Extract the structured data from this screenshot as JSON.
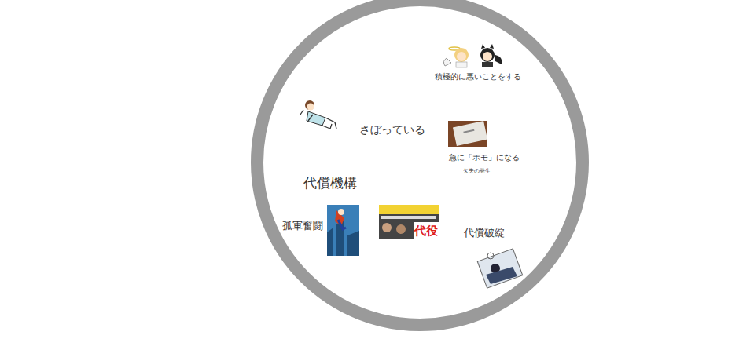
{
  "diagram": {
    "labels": [
      "積極的に悪いことをする",
      "さぼっている",
      "急に「ホモ」になる",
      "欠失の発生",
      "代償機構",
      "孤軍奮闘",
      "代役",
      "代償破綻"
    ]
  }
}
